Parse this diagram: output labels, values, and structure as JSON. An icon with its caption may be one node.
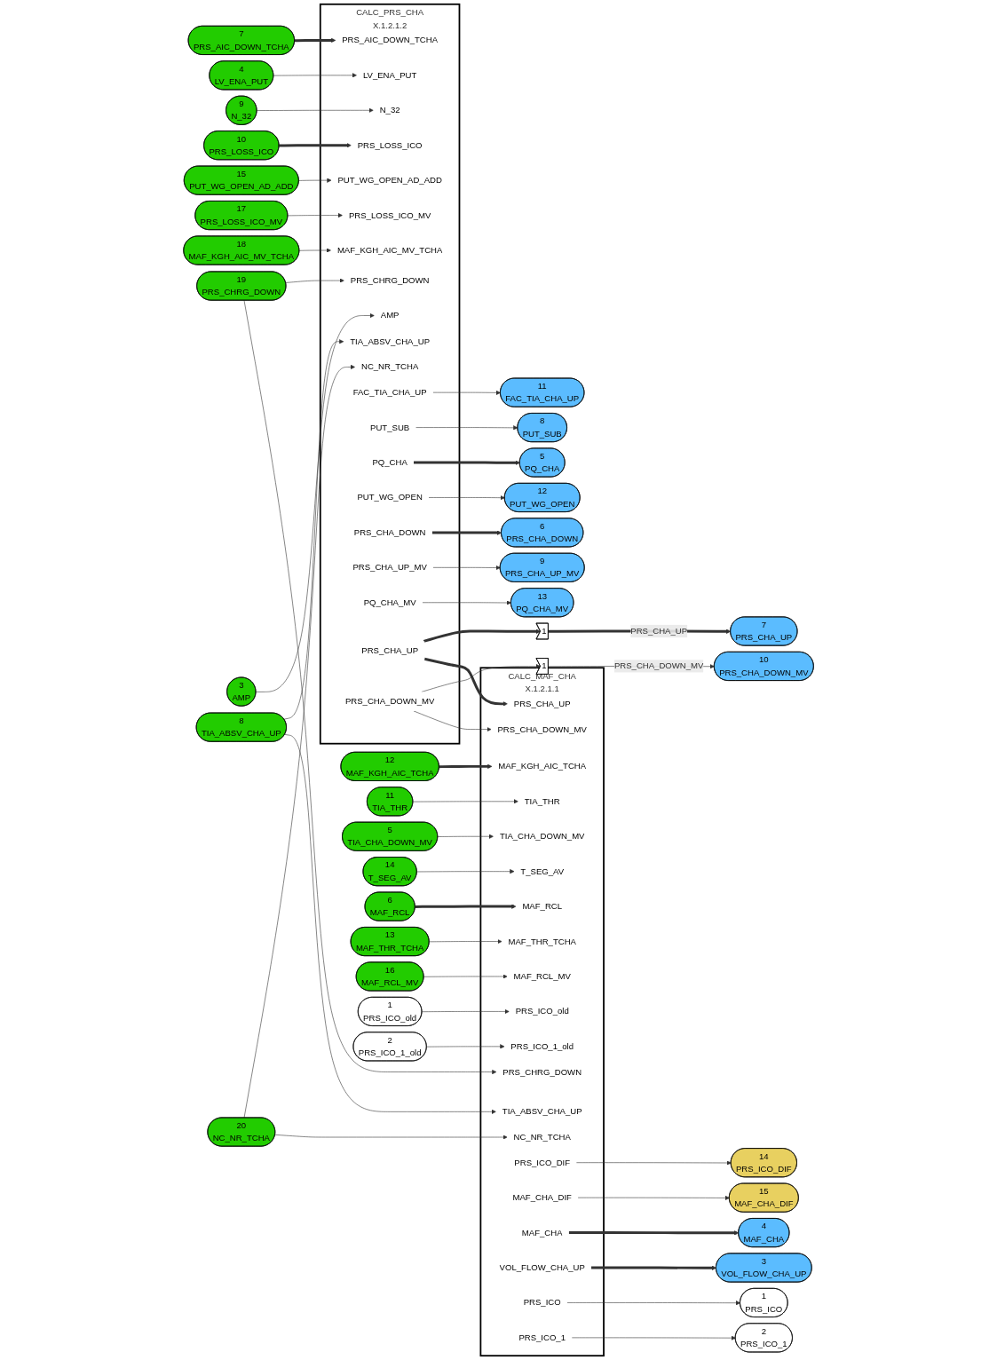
{
  "diagram": {
    "nodes": [
      {
        "text": [
          "CALC_PRS_CHA",
          "X.1.2.1.2"
        ]
      },
      {
        "text": [
          "PRS_AIC_DOWN_TCHA"
        ],
        "in": 0
      },
      {
        "text": [
          "LV_ENA_PUT"
        ],
        "in": 0
      },
      {
        "text": [
          "N_32"
        ],
        "in": 0
      },
      {
        "text": [
          "PRS_LOSS_ICO"
        ],
        "in": 0
      },
      {
        "text": [
          "PRS_CHRG_DOWN"
        ],
        "in": 0
      },
      {
        "text": [
          "PUT_WG_OPEN_AD_ADD"
        ],
        "in": 0
      },
      {
        "text": [
          "PRS_LOSS_ICO_MV"
        ],
        "in": 0
      },
      {
        "text": [
          "MAF_KGH_AIC_MV_TCHA"
        ],
        "in": 0
      },
      {
        "text": [
          "TIA_ABSV_CHA_UP"
        ],
        "in": 0
      },
      {
        "text": [
          "AMP"
        ],
        "in": 0
      },
      {
        "text": [
          "NC_NR_TCHA"
        ],
        "in": 0
      },
      {
        "text": [
          "FAC_TIA_CHA_UP"
        ],
        "in": 0
      },
      {
        "text": [
          "PUT_SUB"
        ],
        "in": 0
      },
      {
        "text": [
          "PQ_CHA"
        ],
        "in": 0
      },
      {
        "text": [
          "PUT_WG_OPEN"
        ],
        "in": 0
      },
      {
        "text": [
          "PRS_CHA_DOWN"
        ],
        "in": 0
      },
      {
        "text": [
          "PRS_CHA_UP_MV"
        ],
        "in": 0
      },
      {
        "text": [
          "PQ_CHA_MV"
        ],
        "in": 0
      },
      {
        "text": [
          "PRS_CHA_UP"
        ],
        "in": 0
      },
      {
        "text": [
          "PRS_CHA_DOWN_MV"
        ],
        "in": 0
      },
      {
        "text": [
          "7",
          "PRS_AIC_DOWN_TCHA"
        ]
      },
      {
        "text": [
          "4",
          "LV_ENA_PUT"
        ]
      },
      {
        "text": [
          "9",
          "N_32"
        ]
      },
      {
        "text": [
          "10",
          "PRS_LOSS_ICO"
        ]
      },
      {
        "text": [
          "19",
          "PRS_CHRG_DOWN"
        ]
      },
      {
        "text": [
          "15",
          "PUT_WG_OPEN_AD_ADD"
        ]
      },
      {
        "text": [
          "17",
          "PRS_LOSS_ICO_MV"
        ]
      },
      {
        "text": [
          "18",
          "MAF_KGH_AIC_MV_TCHA"
        ]
      },
      {
        "text": [
          "8",
          "TIA_ABSV_CHA_UP"
        ]
      },
      {
        "text": [
          "3",
          "AMP"
        ]
      },
      {
        "text": [
          "20",
          "NC_NR_TCHA"
        ]
      },
      {
        "text": [
          "11",
          "FAC_TIA_CHA_UP"
        ]
      },
      {
        "text": [
          "8",
          "PUT_SUB"
        ]
      },
      {
        "text": [
          "5",
          "PQ_CHA"
        ]
      },
      {
        "text": [
          "12",
          "PUT_WG_OPEN"
        ]
      },
      {
        "text": [
          "6",
          "PRS_CHA_DOWN"
        ]
      },
      {
        "text": [
          "9",
          "PRS_CHA_UP_MV"
        ]
      },
      {
        "text": [
          "13",
          "PQ_CHA_MV"
        ]
      },
      {
        "text": [
          "1"
        ]
      },
      {
        "text": [
          "7",
          "PRS_CHA_UP"
        ]
      },
      {
        "text": [
          "1"
        ]
      },
      {
        "text": [
          "10",
          "PRS_CHA_DOWN_MV"
        ]
      },
      {
        "text": [
          "CALC_MAF_CHA",
          "X.1.2.1.1"
        ]
      },
      {
        "text": [
          "PRS_CHA_UP"
        ],
        "in": 43
      },
      {
        "text": [
          "PRS_CHA_DOWN_MV"
        ],
        "in": 43
      },
      {
        "text": [
          "NC_NR_TCHA"
        ],
        "in": 43
      },
      {
        "text": [
          "TIA_ABSV_CHA_UP"
        ],
        "in": 43
      },
      {
        "text": [
          "PRS_CHRG_DOWN"
        ],
        "in": 43
      },
      {
        "text": [
          "MAF_KGH_AIC_TCHA"
        ],
        "in": 43
      },
      {
        "text": [
          "TIA_THR"
        ],
        "in": 43
      },
      {
        "text": [
          "TIA_CHA_DOWN_MV"
        ],
        "in": 43
      },
      {
        "text": [
          "T_SEG_AV"
        ],
        "in": 43
      },
      {
        "text": [
          "MAF_RCL"
        ],
        "in": 43
      },
      {
        "text": [
          "MAF_THR_TCHA"
        ],
        "in": 43
      },
      {
        "text": [
          "MAF_RCL_MV"
        ],
        "in": 43
      },
      {
        "text": [
          "PRS_ICO_old"
        ],
        "in": 43
      },
      {
        "text": [
          "PRS_ICO_1_old"
        ],
        "in": 43
      },
      {
        "text": [
          "PRS_ICO_DIF"
        ],
        "in": 43
      },
      {
        "text": [
          "MAF_CHA_DIF"
        ],
        "in": 43
      },
      {
        "text": [
          "MAF_CHA"
        ],
        "in": 43
      },
      {
        "text": [
          "VOL_FLOW_CHA_UP"
        ],
        "in": 43
      },
      {
        "text": [
          "PRS_ICO"
        ],
        "in": 43
      },
      {
        "text": [
          "PRS_ICO_1"
        ],
        "in": 43
      },
      {
        "text": [
          "12",
          "MAF_KGH_AIC_TCHA"
        ]
      },
      {
        "text": [
          "11",
          "TIA_THR"
        ]
      },
      {
        "text": [
          "5",
          "TIA_CHA_DOWN_MV"
        ]
      },
      {
        "text": [
          "14",
          "T_SEG_AV"
        ]
      },
      {
        "text": [
          "6",
          "MAF_RCL"
        ]
      },
      {
        "text": [
          "13",
          "MAF_THR_TCHA"
        ]
      },
      {
        "text": [
          "16",
          "MAF_RCL_MV"
        ]
      },
      {
        "text": [
          "1",
          "PRS_ICO_old"
        ]
      },
      {
        "text": [
          "2",
          "PRS_ICO_1_old"
        ]
      },
      {
        "text": [
          "14",
          "PRS_ICO_DIF"
        ]
      },
      {
        "text": [
          "15",
          "MAF_CHA_DIF"
        ]
      },
      {
        "text": [
          "4",
          "MAF_CHA"
        ]
      },
      {
        "text": [
          "3",
          "VOL_FLOW_CHA_UP"
        ]
      },
      {
        "text": [
          "1",
          "PRS_ICO"
        ]
      },
      {
        "text": [
          "2",
          "PRS_ICO_1"
        ]
      }
    ],
    "edges": [
      {
        "from": 21,
        "to": 1,
        "arrow": "to",
        "style": "thick"
      },
      {
        "from": 22,
        "to": 2,
        "arrow": "to"
      },
      {
        "from": 23,
        "to": 3,
        "arrow": "to"
      },
      {
        "from": 24,
        "to": 4,
        "arrow": "to",
        "style": "thick"
      },
      {
        "from": 25,
        "to": 5,
        "arrow": "to"
      },
      {
        "from": 25,
        "to": 48,
        "arrow": "to"
      },
      {
        "from": 26,
        "to": 6,
        "arrow": "to"
      },
      {
        "from": 27,
        "to": 7,
        "arrow": "to"
      },
      {
        "from": 28,
        "to": 8,
        "arrow": "to"
      },
      {
        "from": 29,
        "to": 9,
        "arrow": "to"
      },
      {
        "from": 29,
        "to": 47,
        "arrow": "to"
      },
      {
        "from": 30,
        "to": 10,
        "arrow": "to"
      },
      {
        "from": 31,
        "to": 11,
        "arrow": "to"
      },
      {
        "from": 31,
        "to": 46,
        "arrow": "to"
      },
      {
        "from": 12,
        "to": 32,
        "arrow": "to"
      },
      {
        "from": 13,
        "to": 33,
        "arrow": "to"
      },
      {
        "from": 14,
        "to": 34,
        "arrow": "to",
        "style": "thick"
      },
      {
        "from": 15,
        "to": 35,
        "arrow": "to"
      },
      {
        "from": 16,
        "to": 36,
        "arrow": "to",
        "style": "thick"
      },
      {
        "from": 17,
        "to": 37,
        "arrow": "to"
      },
      {
        "from": 18,
        "to": 38,
        "arrow": "to"
      },
      {
        "from": 19,
        "to": 39,
        "arrow": "to",
        "style": "thick"
      },
      {
        "from": 19,
        "to": 44,
        "arrow": "to",
        "style": "thick"
      },
      {
        "from": 39,
        "to": 40,
        "arrow": "to",
        "style": "thick",
        "label": "PRS_CHA_UP"
      },
      {
        "from": 20,
        "to": 41,
        "arrow": "to"
      },
      {
        "from": 20,
        "to": 45,
        "arrow": "to"
      },
      {
        "from": 41,
        "to": 42,
        "arrow": "to",
        "label": "PRS_CHA_DOWN_MV"
      },
      {
        "from": 64,
        "to": 49,
        "arrow": "to",
        "style": "thick"
      },
      {
        "from": 65,
        "to": 50,
        "arrow": "to"
      },
      {
        "from": 66,
        "to": 51,
        "arrow": "to"
      },
      {
        "from": 67,
        "to": 52,
        "arrow": "to"
      },
      {
        "from": 68,
        "to": 53,
        "arrow": "to",
        "style": "thick"
      },
      {
        "from": 69,
        "to": 54,
        "arrow": "to"
      },
      {
        "from": 70,
        "to": 55,
        "arrow": "to"
      },
      {
        "from": 71,
        "to": 56,
        "arrow": "to"
      },
      {
        "from": 72,
        "to": 57,
        "arrow": "to"
      },
      {
        "from": 58,
        "to": 73,
        "arrow": "to"
      },
      {
        "from": 59,
        "to": 74,
        "arrow": "to"
      },
      {
        "from": 60,
        "to": 75,
        "arrow": "to",
        "style": "thick"
      },
      {
        "from": 61,
        "to": 76,
        "arrow": "to",
        "style": "thick"
      },
      {
        "from": 62,
        "to": 77,
        "arrow": "to"
      },
      {
        "from": 63,
        "to": 78,
        "arrow": "to"
      }
    ]
  }
}
